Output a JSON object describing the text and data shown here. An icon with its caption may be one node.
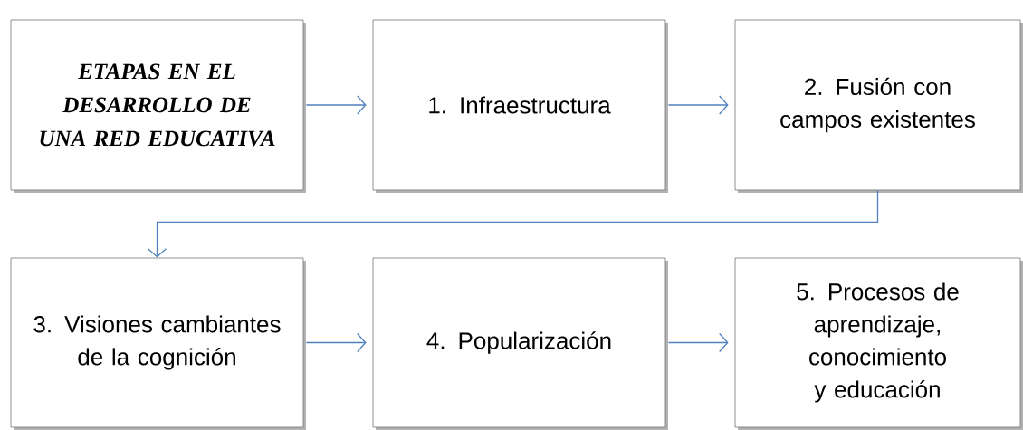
{
  "diagram": {
    "nodes": [
      {
        "text": [
          "ETAPAS EN EL DESARROLLO DE UNA RED EDUCATIVA"
        ]
      },
      {
        "text": [
          "1. Infraestructura"
        ]
      },
      {
        "text": [
          "2. Fusión con campos existentes"
        ]
      },
      {
        "text": [
          "3.  Visiones cambiantes de la cognición"
        ]
      },
      {
        "text": [
          "4. Popularización"
        ]
      },
      {
        "text": [
          "5. Procesos de aprendizaje, conocimiento y educación"
        ]
      }
    ],
    "edges": [
      {
        "from": 0,
        "to": 1,
        "arrow": "to"
      },
      {
        "from": 1,
        "to": 2,
        "arrow": "to"
      },
      {
        "from": 2,
        "to": 3,
        "arrow": "to"
      },
      {
        "from": 3,
        "to": 4,
        "arrow": "to"
      },
      {
        "from": 4,
        "to": 5,
        "arrow": "to"
      }
    ]
  }
}
